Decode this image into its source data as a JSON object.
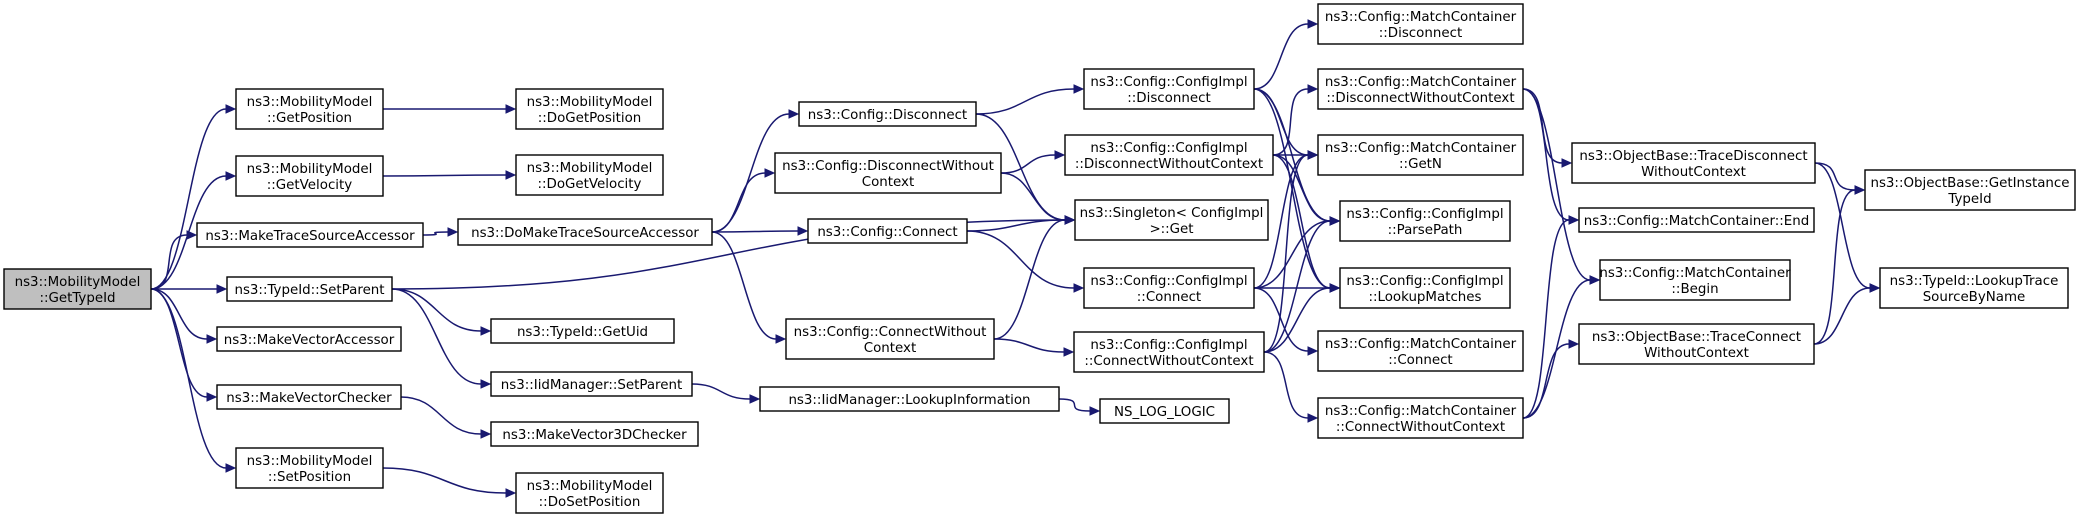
{
  "graph": {
    "nodes": [
      {
        "id": "getTypeId",
        "lines": [
          "ns3::MobilityModel",
          "::GetTypeId"
        ],
        "root": true
      },
      {
        "id": "getPosition",
        "lines": [
          "ns3::MobilityModel",
          "::GetPosition"
        ]
      },
      {
        "id": "doGetPosition",
        "lines": [
          "ns3::MobilityModel",
          "::DoGetPosition"
        ]
      },
      {
        "id": "getVelocity",
        "lines": [
          "ns3::MobilityModel",
          "::GetVelocity"
        ]
      },
      {
        "id": "doGetVelocity",
        "lines": [
          "ns3::MobilityModel",
          "::DoGetVelocity"
        ]
      },
      {
        "id": "makeTSA",
        "lines": [
          "ns3::MakeTraceSourceAccessor"
        ]
      },
      {
        "id": "doMakeTSA",
        "lines": [
          "ns3::DoMakeTraceSourceAccessor"
        ]
      },
      {
        "id": "setParent",
        "lines": [
          "ns3::TypeId::SetParent"
        ]
      },
      {
        "id": "getUid",
        "lines": [
          "ns3::TypeId::GetUid"
        ]
      },
      {
        "id": "iidSetParent",
        "lines": [
          "ns3::IidManager::SetParent"
        ]
      },
      {
        "id": "lookupInfo",
        "lines": [
          "ns3::IidManager::LookupInformation"
        ]
      },
      {
        "id": "nsLogLogic",
        "lines": [
          "NS_LOG_LOGIC"
        ]
      },
      {
        "id": "makeVecAcc",
        "lines": [
          "ns3::MakeVectorAccessor"
        ]
      },
      {
        "id": "makeVecChk",
        "lines": [
          "ns3::MakeVectorChecker"
        ]
      },
      {
        "id": "makeVec3D",
        "lines": [
          "ns3::MakeVector3DChecker"
        ]
      },
      {
        "id": "setPosition",
        "lines": [
          "ns3::MobilityModel",
          "::SetPosition"
        ]
      },
      {
        "id": "doSetPosition",
        "lines": [
          "ns3::MobilityModel",
          "::DoSetPosition"
        ]
      },
      {
        "id": "cfgDisconnect",
        "lines": [
          "ns3::Config::Disconnect"
        ]
      },
      {
        "id": "cfgDisconnectWC",
        "lines": [
          "ns3::Config::DisconnectWithout",
          "Context"
        ]
      },
      {
        "id": "cfgConnect",
        "lines": [
          "ns3::Config::Connect"
        ]
      },
      {
        "id": "cfgConnectWC",
        "lines": [
          "ns3::Config::ConnectWithout",
          "Context"
        ]
      },
      {
        "id": "implDisconnect",
        "lines": [
          "ns3::Config::ConfigImpl",
          "::Disconnect"
        ]
      },
      {
        "id": "implDisconnectWC",
        "lines": [
          "ns3::Config::ConfigImpl",
          "::DisconnectWithoutContext"
        ]
      },
      {
        "id": "singletonGet",
        "lines": [
          "ns3::Singleton< ConfigImpl",
          " >::Get"
        ]
      },
      {
        "id": "implConnect",
        "lines": [
          "ns3::Config::ConfigImpl",
          "::Connect"
        ]
      },
      {
        "id": "implConnectWC",
        "lines": [
          "ns3::Config::ConfigImpl",
          "::ConnectWithoutContext"
        ]
      },
      {
        "id": "mcDisconnect",
        "lines": [
          "ns3::Config::MatchContainer",
          "::Disconnect"
        ]
      },
      {
        "id": "mcDisconnectWC",
        "lines": [
          "ns3::Config::MatchContainer",
          "::DisconnectWithoutContext"
        ]
      },
      {
        "id": "mcGetN",
        "lines": [
          "ns3::Config::MatchContainer",
          "::GetN"
        ]
      },
      {
        "id": "parsePath",
        "lines": [
          "ns3::Config::ConfigImpl",
          "::ParsePath"
        ]
      },
      {
        "id": "lookupMatches",
        "lines": [
          "ns3::Config::ConfigImpl",
          "::LookupMatches"
        ]
      },
      {
        "id": "mcConnect",
        "lines": [
          "ns3::Config::MatchContainer",
          "::Connect"
        ]
      },
      {
        "id": "mcConnectWC",
        "lines": [
          "ns3::Config::MatchContainer",
          "::ConnectWithoutContext"
        ]
      },
      {
        "id": "obTraceDisconnectWC",
        "lines": [
          "ns3::ObjectBase::TraceDisconnect",
          "WithoutContext"
        ]
      },
      {
        "id": "mcEnd",
        "lines": [
          "ns3::Config::MatchContainer::End"
        ]
      },
      {
        "id": "mcBegin",
        "lines": [
          "ns3::Config::MatchContainer",
          "::Begin"
        ]
      },
      {
        "id": "obTraceConnectWC",
        "lines": [
          "ns3::ObjectBase::TraceConnect",
          "WithoutContext"
        ]
      },
      {
        "id": "obGetInstanceTypeId",
        "lines": [
          "ns3::ObjectBase::GetInstance",
          "TypeId"
        ]
      },
      {
        "id": "lookupTraceSource",
        "lines": [
          "ns3::TypeId::LookupTrace",
          "SourceByName"
        ]
      }
    ],
    "edges": [
      [
        "getTypeId",
        "getPosition"
      ],
      [
        "getTypeId",
        "getVelocity"
      ],
      [
        "getTypeId",
        "makeTSA"
      ],
      [
        "getTypeId",
        "setParent"
      ],
      [
        "getTypeId",
        "makeVecAcc"
      ],
      [
        "getTypeId",
        "makeVecChk"
      ],
      [
        "getTypeId",
        "setPosition"
      ],
      [
        "getPosition",
        "doGetPosition"
      ],
      [
        "getVelocity",
        "doGetVelocity"
      ],
      [
        "makeTSA",
        "doMakeTSA"
      ],
      [
        "doMakeTSA",
        "cfgDisconnect"
      ],
      [
        "doMakeTSA",
        "cfgDisconnectWC"
      ],
      [
        "doMakeTSA",
        "cfgConnect"
      ],
      [
        "doMakeTSA",
        "cfgConnectWC"
      ],
      [
        "setParent",
        "getUid"
      ],
      [
        "setParent",
        "iidSetParent"
      ],
      [
        "setParent",
        "singletonGet"
      ],
      [
        "iidSetParent",
        "lookupInfo"
      ],
      [
        "lookupInfo",
        "nsLogLogic"
      ],
      [
        "makeVecChk",
        "makeVec3D"
      ],
      [
        "setPosition",
        "doSetPosition"
      ],
      [
        "cfgDisconnect",
        "implDisconnect"
      ],
      [
        "cfgDisconnect",
        "singletonGet"
      ],
      [
        "cfgDisconnectWC",
        "implDisconnectWC"
      ],
      [
        "cfgDisconnectWC",
        "singletonGet"
      ],
      [
        "cfgConnect",
        "singletonGet"
      ],
      [
        "cfgConnect",
        "implConnect"
      ],
      [
        "cfgConnectWC",
        "singletonGet"
      ],
      [
        "cfgConnectWC",
        "implConnectWC"
      ],
      [
        "implDisconnect",
        "mcDisconnect"
      ],
      [
        "implDisconnect",
        "mcGetN"
      ],
      [
        "implDisconnect",
        "parsePath"
      ],
      [
        "implDisconnect",
        "lookupMatches"
      ],
      [
        "implDisconnectWC",
        "mcDisconnectWC"
      ],
      [
        "implDisconnectWC",
        "mcGetN"
      ],
      [
        "implDisconnectWC",
        "parsePath"
      ],
      [
        "implDisconnectWC",
        "lookupMatches"
      ],
      [
        "implConnect",
        "mcGetN"
      ],
      [
        "implConnect",
        "parsePath"
      ],
      [
        "implConnect",
        "lookupMatches"
      ],
      [
        "implConnect",
        "mcConnect"
      ],
      [
        "implConnectWC",
        "mcGetN"
      ],
      [
        "implConnectWC",
        "parsePath"
      ],
      [
        "implConnectWC",
        "lookupMatches"
      ],
      [
        "implConnectWC",
        "mcConnectWC"
      ],
      [
        "mcDisconnectWC",
        "obTraceDisconnectWC"
      ],
      [
        "mcDisconnectWC",
        "mcEnd"
      ],
      [
        "mcDisconnectWC",
        "mcBegin"
      ],
      [
        "mcConnectWC",
        "mcEnd"
      ],
      [
        "mcConnectWC",
        "mcBegin"
      ],
      [
        "mcConnectWC",
        "obTraceConnectWC"
      ],
      [
        "obTraceDisconnectWC",
        "obGetInstanceTypeId"
      ],
      [
        "obTraceDisconnectWC",
        "lookupTraceSource"
      ],
      [
        "obTraceConnectWC",
        "obGetInstanceTypeId"
      ],
      [
        "obTraceConnectWC",
        "lookupTraceSource"
      ]
    ]
  }
}
